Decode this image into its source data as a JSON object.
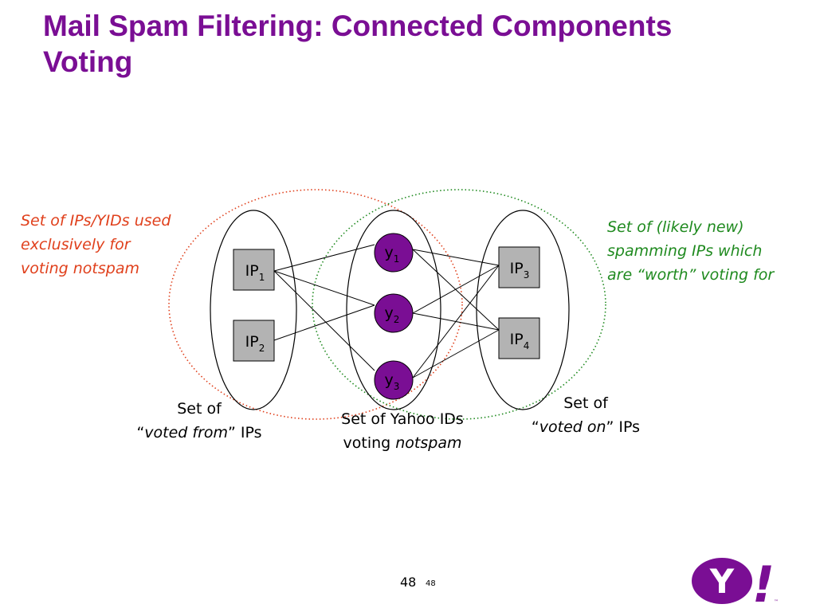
{
  "slide": {
    "title_line1": "Mail Spam Filtering: Connected Components",
    "title_line2": "Voting",
    "page_number": "48",
    "page_number_small": "48"
  },
  "notes": {
    "left": [
      "Set of IPs/YIDs used",
      "exclusively for",
      "voting notspam"
    ],
    "right": [
      "Set of (likely new)",
      "spamming IPs which",
      "are “worth”  voting for"
    ]
  },
  "captions": {
    "voted_from": {
      "line1": "Set of",
      "open_quote": "“",
      "emph": "voted from",
      "close": "” IPs"
    },
    "yahoo_ids": {
      "line1": "Set of Yahoo IDs",
      "prefix": "voting ",
      "emph": "notspam"
    },
    "voted_on": {
      "line1": "Set of",
      "open_quote": "“",
      "emph": "voted on",
      "close": "” IPs"
    }
  },
  "nodes": {
    "ip1": {
      "base": "IP",
      "sub": "1"
    },
    "ip2": {
      "base": "IP",
      "sub": "2"
    },
    "ip3": {
      "base": "IP",
      "sub": "3"
    },
    "ip4": {
      "base": "IP",
      "sub": "4"
    },
    "y1": {
      "base": "y",
      "sub": "1"
    },
    "y2": {
      "base": "y",
      "sub": "2"
    },
    "y3": {
      "base": "y",
      "sub": "3"
    }
  },
  "edges": [
    [
      "ip1",
      "y1"
    ],
    [
      "ip1",
      "y2"
    ],
    [
      "ip1",
      "y3"
    ],
    [
      "ip2",
      "y2"
    ],
    [
      "y1",
      "ip3"
    ],
    [
      "y1",
      "ip4"
    ],
    [
      "y2",
      "ip3"
    ],
    [
      "y2",
      "ip4"
    ],
    [
      "y3",
      "ip3"
    ],
    [
      "y3",
      "ip4"
    ]
  ],
  "logo": {
    "letter": "Y",
    "exclaim": "!",
    "tm": "™"
  },
  "colors": {
    "title": "#7a0e94",
    "left_note": "#e0401c",
    "right_note": "#1f8a1f",
    "yid_node_fill": "#7a0e94",
    "ip_box_fill": "#b3b3b3",
    "logo": "#7a0e94"
  }
}
